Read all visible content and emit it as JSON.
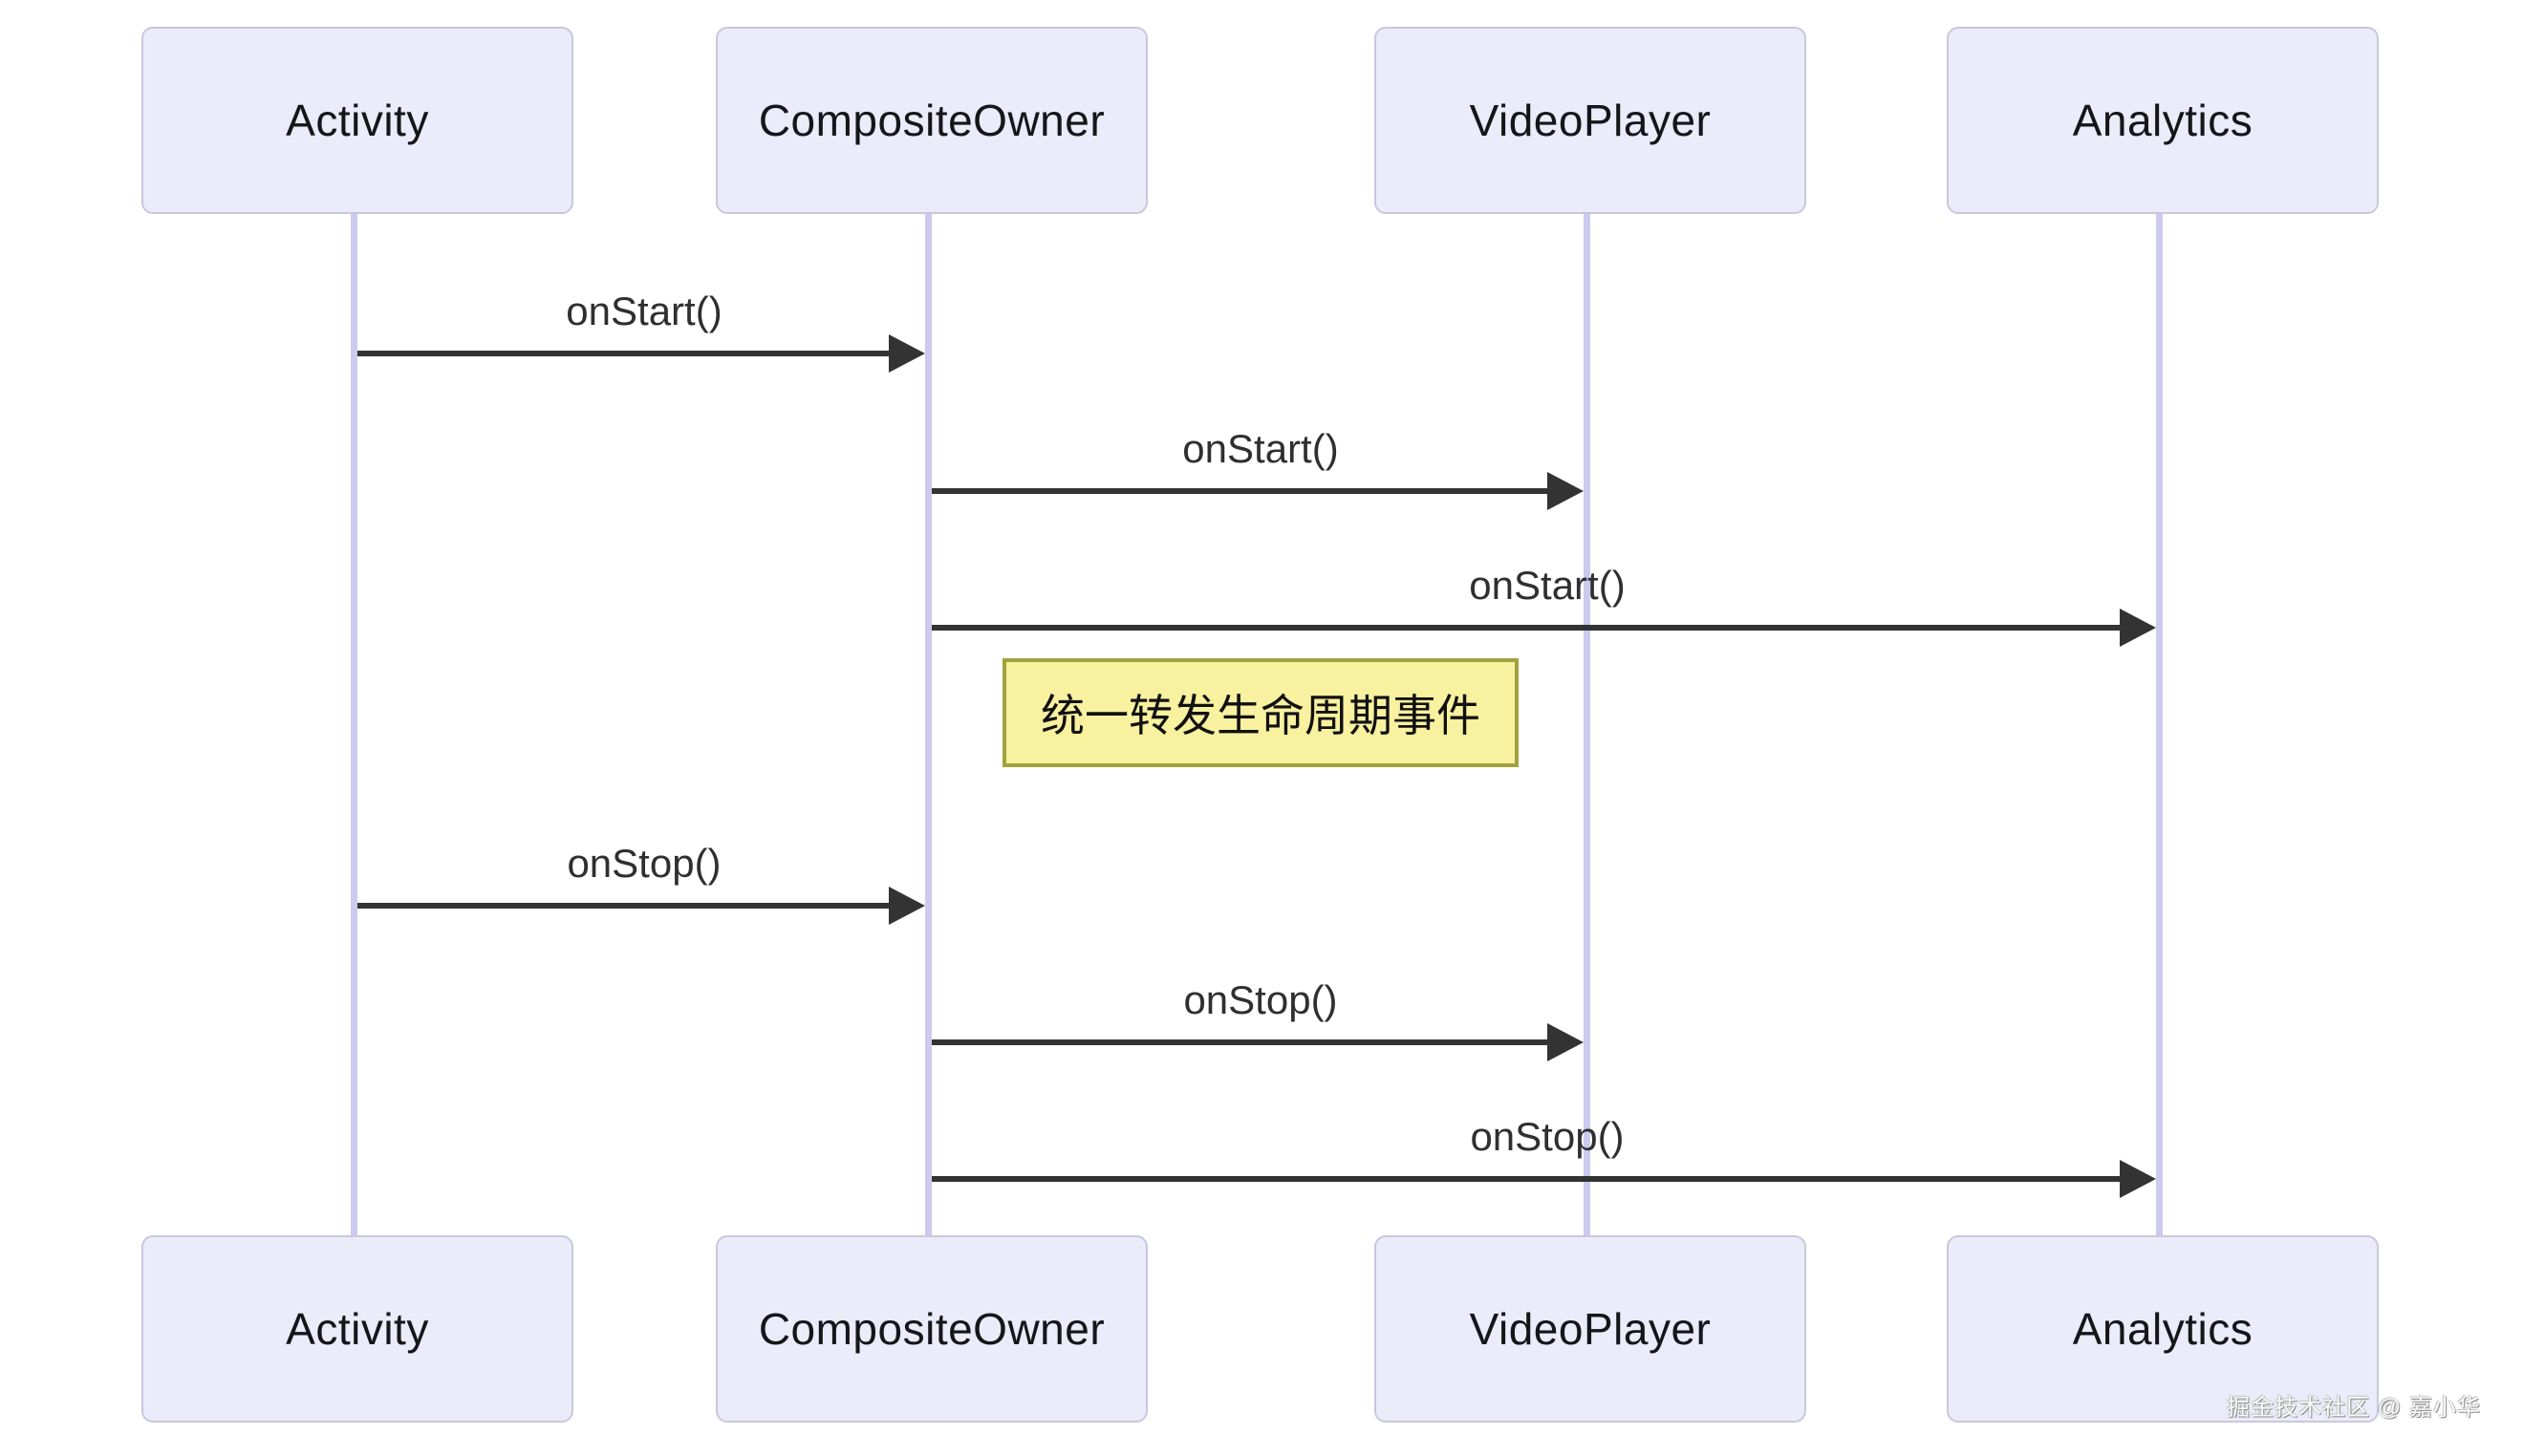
{
  "diagram": {
    "type": "sequence-diagram",
    "participants": [
      {
        "name": "Activity"
      },
      {
        "name": "CompositeOwner"
      },
      {
        "name": "VideoPlayer"
      },
      {
        "name": "Analytics"
      }
    ],
    "messages": [
      {
        "from": "Activity",
        "to": "CompositeOwner",
        "label": "onStart()"
      },
      {
        "from": "CompositeOwner",
        "to": "VideoPlayer",
        "label": "onStart()"
      },
      {
        "from": "CompositeOwner",
        "to": "Analytics",
        "label": "onStart()"
      },
      {
        "from": "Activity",
        "to": "CompositeOwner",
        "label": "onStop()"
      },
      {
        "from": "CompositeOwner",
        "to": "VideoPlayer",
        "label": "onStop()"
      },
      {
        "from": "CompositeOwner",
        "to": "Analytics",
        "label": "onStop()"
      }
    ],
    "note": {
      "text": "统一转发生命周期事件"
    },
    "watermark": "掘金技术社区 @ 嘉小华",
    "colors": {
      "participant_fill": "#EBEBF9",
      "participant_border": "#C9C7DE",
      "lifeline": "#CCCAEE",
      "arrow": "#333333",
      "note_fill": "#F8F1A0",
      "note_border": "#A2A23E",
      "text": "#16151A"
    }
  }
}
